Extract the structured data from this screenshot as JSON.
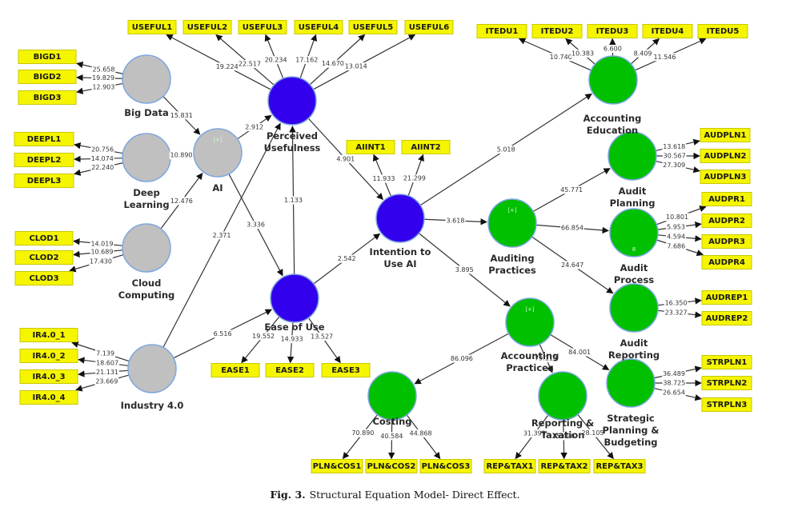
{
  "caption": {
    "label": "Fig. 3.",
    "text": "Structural Equation Model- Direct Effect."
  },
  "colors": {
    "exogenous": "#c0c0c0",
    "mediator": "#3300ee",
    "outcome": "#00c000",
    "indicator_fill": "#f5f500",
    "node_border": "#7ea6e0"
  },
  "nodes": [
    {
      "id": "bigdata",
      "label": [
        "Big Data"
      ],
      "type": "exogenous"
    },
    {
      "id": "deeplearning",
      "label": [
        "Deep",
        "Learning"
      ],
      "type": "exogenous"
    },
    {
      "id": "cloud",
      "label": [
        "Cloud",
        "Computing"
      ],
      "type": "exogenous"
    },
    {
      "id": "ai",
      "label": [
        "AI"
      ],
      "type": "exogenous",
      "marker": "[+]"
    },
    {
      "id": "industry",
      "label": [
        "Industry 4.0"
      ],
      "type": "exogenous"
    },
    {
      "id": "pu",
      "label": [
        "Perceived",
        "Usefulness"
      ],
      "type": "mediator"
    },
    {
      "id": "eou",
      "label": [
        "Ease of Use"
      ],
      "type": "mediator"
    },
    {
      "id": "intent",
      "label": [
        "Intention to",
        "Use AI"
      ],
      "type": "mediator"
    },
    {
      "id": "acced",
      "label": [
        "Accounting",
        "Education"
      ],
      "type": "outcome"
    },
    {
      "id": "audpr",
      "label": [
        "Auditing",
        "Practices"
      ],
      "type": "outcome",
      "marker": "[+]"
    },
    {
      "id": "audpln",
      "label": [
        "Audit",
        "Planning"
      ],
      "type": "outcome"
    },
    {
      "id": "audproc",
      "label": [
        "Audit",
        "Process"
      ],
      "type": "outcome",
      "marker": "8"
    },
    {
      "id": "audrep",
      "label": [
        "Audit",
        "Reporting"
      ],
      "type": "outcome"
    },
    {
      "id": "accpr",
      "label": [
        "Accounting",
        "Practices"
      ],
      "type": "outcome",
      "marker": "[+]"
    },
    {
      "id": "costing",
      "label": [
        "Costing"
      ],
      "type": "outcome"
    },
    {
      "id": "reptax",
      "label": [
        "Reporting &",
        "Taxation"
      ],
      "type": "outcome"
    },
    {
      "id": "strpln",
      "label": [
        "Strategic",
        "Planning &",
        "Budgeting"
      ],
      "type": "outcome"
    }
  ],
  "indicators": [
    {
      "id": "BIGD1",
      "node": "bigdata",
      "weight": "25.658"
    },
    {
      "id": "BIGD2",
      "node": "bigdata",
      "weight": "19.829"
    },
    {
      "id": "BIGD3",
      "node": "bigdata",
      "weight": "12.903"
    },
    {
      "id": "DEEPL1",
      "node": "deeplearning",
      "weight": "20.756"
    },
    {
      "id": "DEEPL2",
      "node": "deeplearning",
      "weight": "14.074"
    },
    {
      "id": "DEEPL3",
      "node": "deeplearning",
      "weight": "22.240"
    },
    {
      "id": "CLOD1",
      "node": "cloud",
      "weight": "14.019"
    },
    {
      "id": "CLOD2",
      "node": "cloud",
      "weight": "10.689"
    },
    {
      "id": "CLOD3",
      "node": "cloud",
      "weight": "17.430"
    },
    {
      "id": "IR4.0_1",
      "node": "industry",
      "weight": "7.139"
    },
    {
      "id": "IR4.0_2",
      "node": "industry",
      "weight": "18.607"
    },
    {
      "id": "IR4.0_3",
      "node": "industry",
      "weight": "21.131"
    },
    {
      "id": "IR4.0_4",
      "node": "industry",
      "weight": "23.669"
    },
    {
      "id": "USEFUL1",
      "node": "pu",
      "weight": "19.224"
    },
    {
      "id": "USEFUL2",
      "node": "pu",
      "weight": "22.517"
    },
    {
      "id": "USEFUL3",
      "node": "pu",
      "weight": "20.234"
    },
    {
      "id": "USEFUL4",
      "node": "pu",
      "weight": "17.162"
    },
    {
      "id": "USEFUL5",
      "node": "pu",
      "weight": "14.670"
    },
    {
      "id": "USEFUL6",
      "node": "pu",
      "weight": "13.014"
    },
    {
      "id": "EASE1",
      "node": "eou",
      "weight": "19.552"
    },
    {
      "id": "EASE2",
      "node": "eou",
      "weight": "14.933"
    },
    {
      "id": "EASE3",
      "node": "eou",
      "weight": "13.527"
    },
    {
      "id": "AIINT1",
      "node": "intent",
      "weight": "11.933"
    },
    {
      "id": "AIINT2",
      "node": "intent",
      "weight": "21.299"
    },
    {
      "id": "ITEDU1",
      "node": "acced",
      "weight": "10.740"
    },
    {
      "id": "ITEDU2",
      "node": "acced",
      "weight": "10.383"
    },
    {
      "id": "ITEDU3",
      "node": "acced",
      "weight": "6.600"
    },
    {
      "id": "ITEDU4",
      "node": "acced",
      "weight": "8.409"
    },
    {
      "id": "ITEDU5",
      "node": "acced",
      "weight": "11.546"
    },
    {
      "id": "AUDPLN1",
      "node": "audpln",
      "weight": "13.618"
    },
    {
      "id": "AUDPLN2",
      "node": "audpln",
      "weight": "30.567"
    },
    {
      "id": "AUDPLN3",
      "node": "audpln",
      "weight": "27.309"
    },
    {
      "id": "AUDPR1",
      "node": "audproc",
      "weight": "10.801"
    },
    {
      "id": "AUDPR2",
      "node": "audproc",
      "weight": "5.953"
    },
    {
      "id": "AUDPR3",
      "node": "audproc",
      "weight": "4.594"
    },
    {
      "id": "AUDPR4",
      "node": "audproc",
      "weight": "7.686"
    },
    {
      "id": "AUDREP1",
      "node": "audrep",
      "weight": "16.350"
    },
    {
      "id": "AUDREP2",
      "node": "audrep",
      "weight": "23.327"
    },
    {
      "id": "STRPLN1",
      "node": "strpln",
      "weight": "36.489"
    },
    {
      "id": "STRPLN2",
      "node": "strpln",
      "weight": "38.725"
    },
    {
      "id": "STRPLN3",
      "node": "strpln",
      "weight": "26.654"
    },
    {
      "id": "PLN&COS1",
      "node": "costing",
      "weight": "70.890"
    },
    {
      "id": "PLN&COS2",
      "node": "costing",
      "weight": "40.584"
    },
    {
      "id": "PLN&COS3",
      "node": "costing",
      "weight": "44.868"
    },
    {
      "id": "REP&TAX1",
      "node": "reptax",
      "weight": "31.399"
    },
    {
      "id": "REP&TAX2",
      "node": "reptax",
      "weight": "35.496"
    },
    {
      "id": "REP&TAX3",
      "node": "reptax",
      "weight": "28.105"
    }
  ],
  "paths": [
    {
      "from": "bigdata",
      "to": "ai",
      "value": "15.831"
    },
    {
      "from": "deeplearning",
      "to": "ai",
      "value": "10.890"
    },
    {
      "from": "cloud",
      "to": "ai",
      "value": "12.476"
    },
    {
      "from": "ai",
      "to": "pu",
      "value": "2.912"
    },
    {
      "from": "ai",
      "to": "eou",
      "value": "3.336"
    },
    {
      "from": "industry",
      "to": "pu",
      "value": "2.371"
    },
    {
      "from": "industry",
      "to": "eou",
      "value": "6.516"
    },
    {
      "from": "eou",
      "to": "pu",
      "value": "1.133"
    },
    {
      "from": "pu",
      "to": "intent",
      "value": "4.901"
    },
    {
      "from": "eou",
      "to": "intent",
      "value": "2.542"
    },
    {
      "from": "intent",
      "to": "acced",
      "value": "5.018"
    },
    {
      "from": "intent",
      "to": "audpr",
      "value": "3.618"
    },
    {
      "from": "intent",
      "to": "accpr",
      "value": "3.895"
    },
    {
      "from": "audpr",
      "to": "audpln",
      "value": "45.771"
    },
    {
      "from": "audpr",
      "to": "audproc",
      "value": "66.854"
    },
    {
      "from": "audpr",
      "to": "audrep",
      "value": "24.647"
    },
    {
      "from": "accpr",
      "to": "costing",
      "value": "86.096"
    },
    {
      "from": "accpr",
      "to": "reptax",
      "value": "79.119"
    },
    {
      "from": "accpr",
      "to": "strpln",
      "value": "84.001"
    }
  ]
}
